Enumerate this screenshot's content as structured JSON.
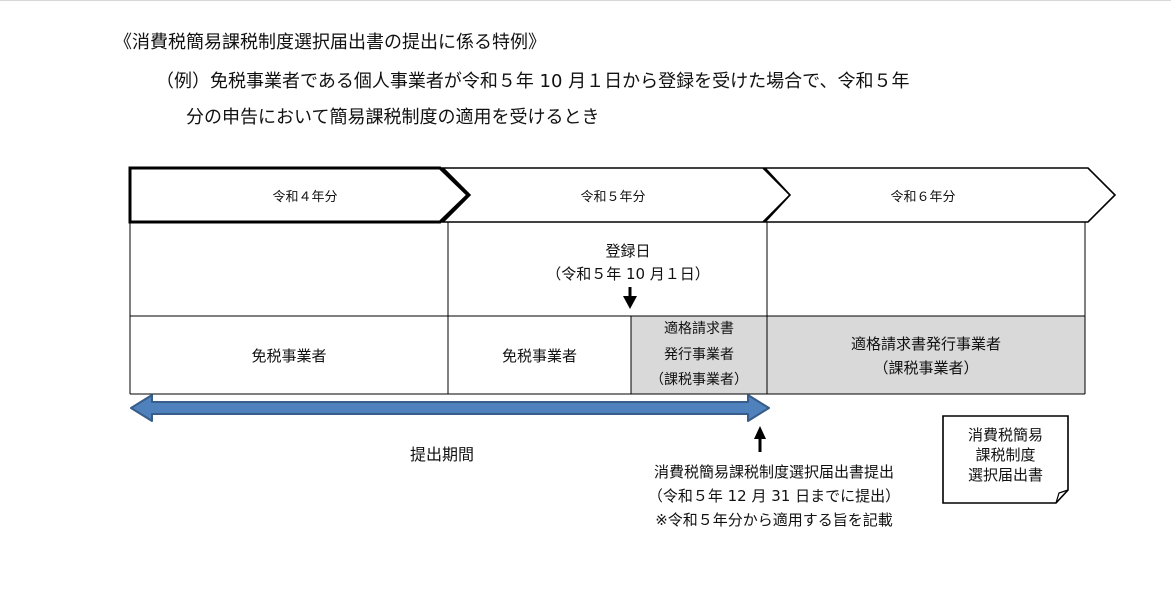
{
  "header": {
    "title": "《消費税簡易課税制度選択届出書の提出に係る特例》",
    "example_line1": "（例）免税事業者である個人事業者が令和５年 10 月１日から登録を受けた場合で、令和５年",
    "example_line2": "分の申告において簡易課税制度の適用を受けるとき"
  },
  "timeline": {
    "year_r4": "令和４年分",
    "year_r5": "令和５年分",
    "year_r6": "令和６年分"
  },
  "registration": {
    "label": "登録日",
    "date": "（令和５年 10 月１日）"
  },
  "status": {
    "r4": "免税事業者",
    "r5_before": "免税事業者",
    "r5_after_line1": "適格請求書",
    "r5_after_line2": "発行事業者",
    "r5_after_line3": "（課税事業者）",
    "r6_line1": "適格請求書発行事業者",
    "r6_line2": "（課税事業者）"
  },
  "period": {
    "label": "提出期間"
  },
  "submission": {
    "line1": "消費税簡易課税制度選択届出書提出",
    "line2": "（令和５年 12 月 31 日までに提出）",
    "line3": "※令和５年分から適用する旨を記載"
  },
  "document": {
    "line1": "消費税簡易",
    "line2": "課税制度",
    "line3": "選択届出書"
  },
  "colors": {
    "arrow_fill": "#4f81bd",
    "arrow_stroke": "#385d8a",
    "taxable_fill": "#d9d9d9"
  }
}
